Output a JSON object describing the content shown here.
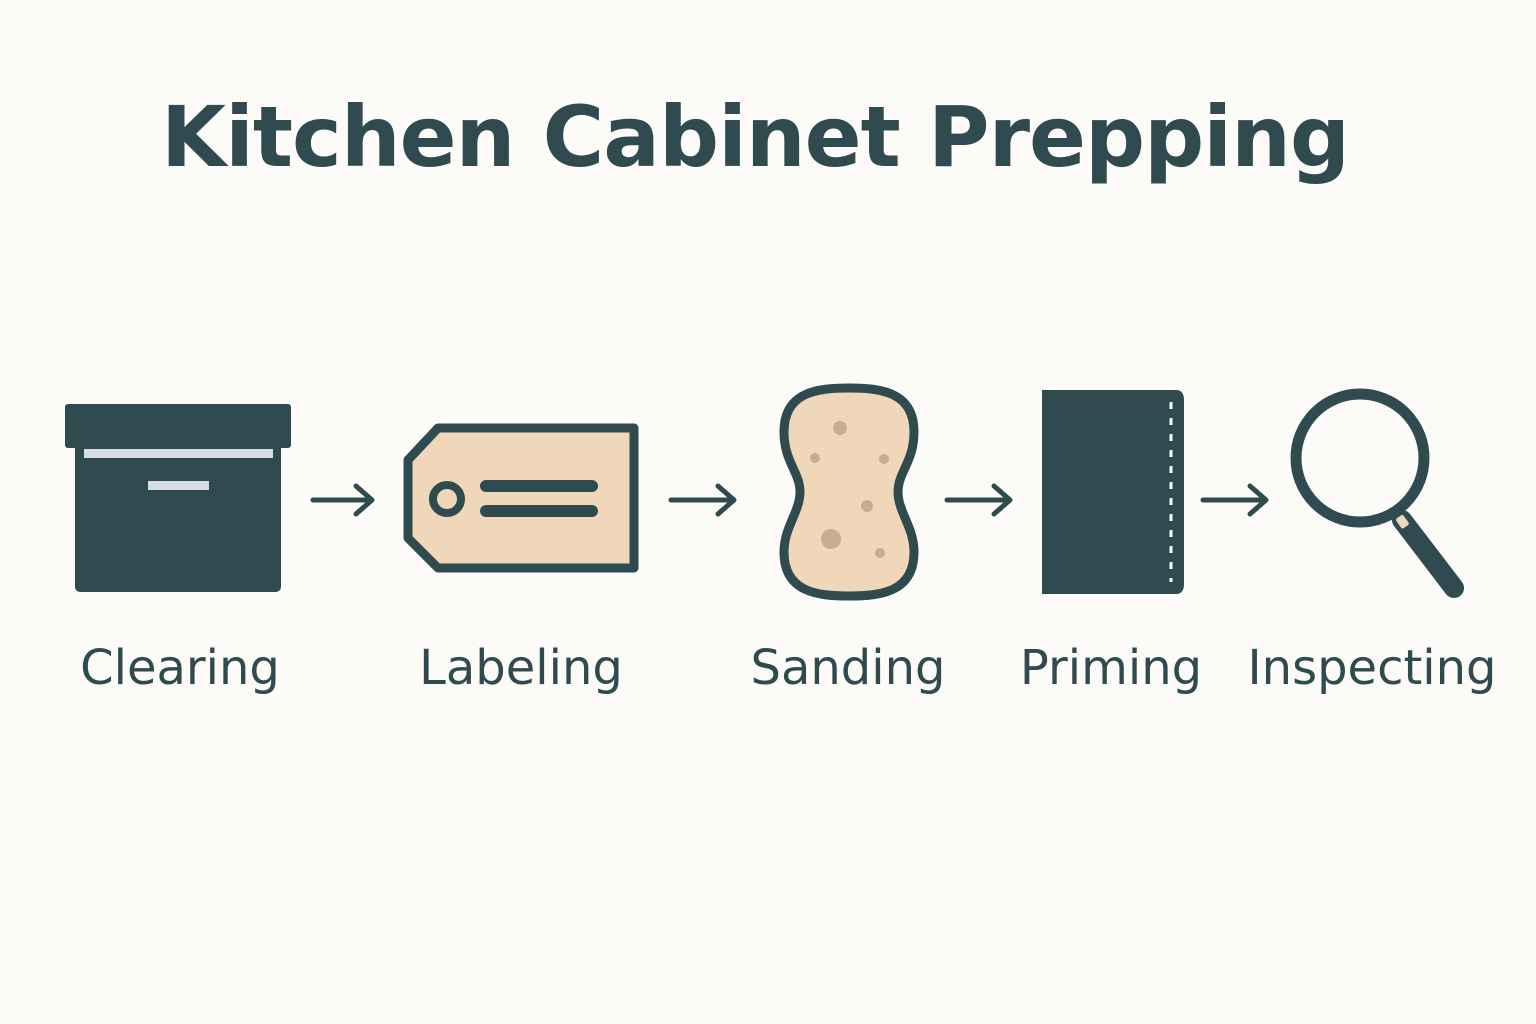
{
  "title": "Kitchen Cabinet Prepping",
  "colors": {
    "background": "#fcfbf8",
    "ink": "#2f4b50",
    "accent": "#f1d7ba",
    "highlight": "#d5dee2"
  },
  "steps": [
    {
      "label": "Clearing",
      "icon": "storage-box-icon"
    },
    {
      "label": "Labeling",
      "icon": "tag-icon"
    },
    {
      "label": "Sanding",
      "icon": "sanding-sponge-icon"
    },
    {
      "label": "Priming",
      "icon": "primed-panel-icon"
    },
    {
      "label": "Inspecting",
      "icon": "magnifying-glass-icon"
    }
  ]
}
